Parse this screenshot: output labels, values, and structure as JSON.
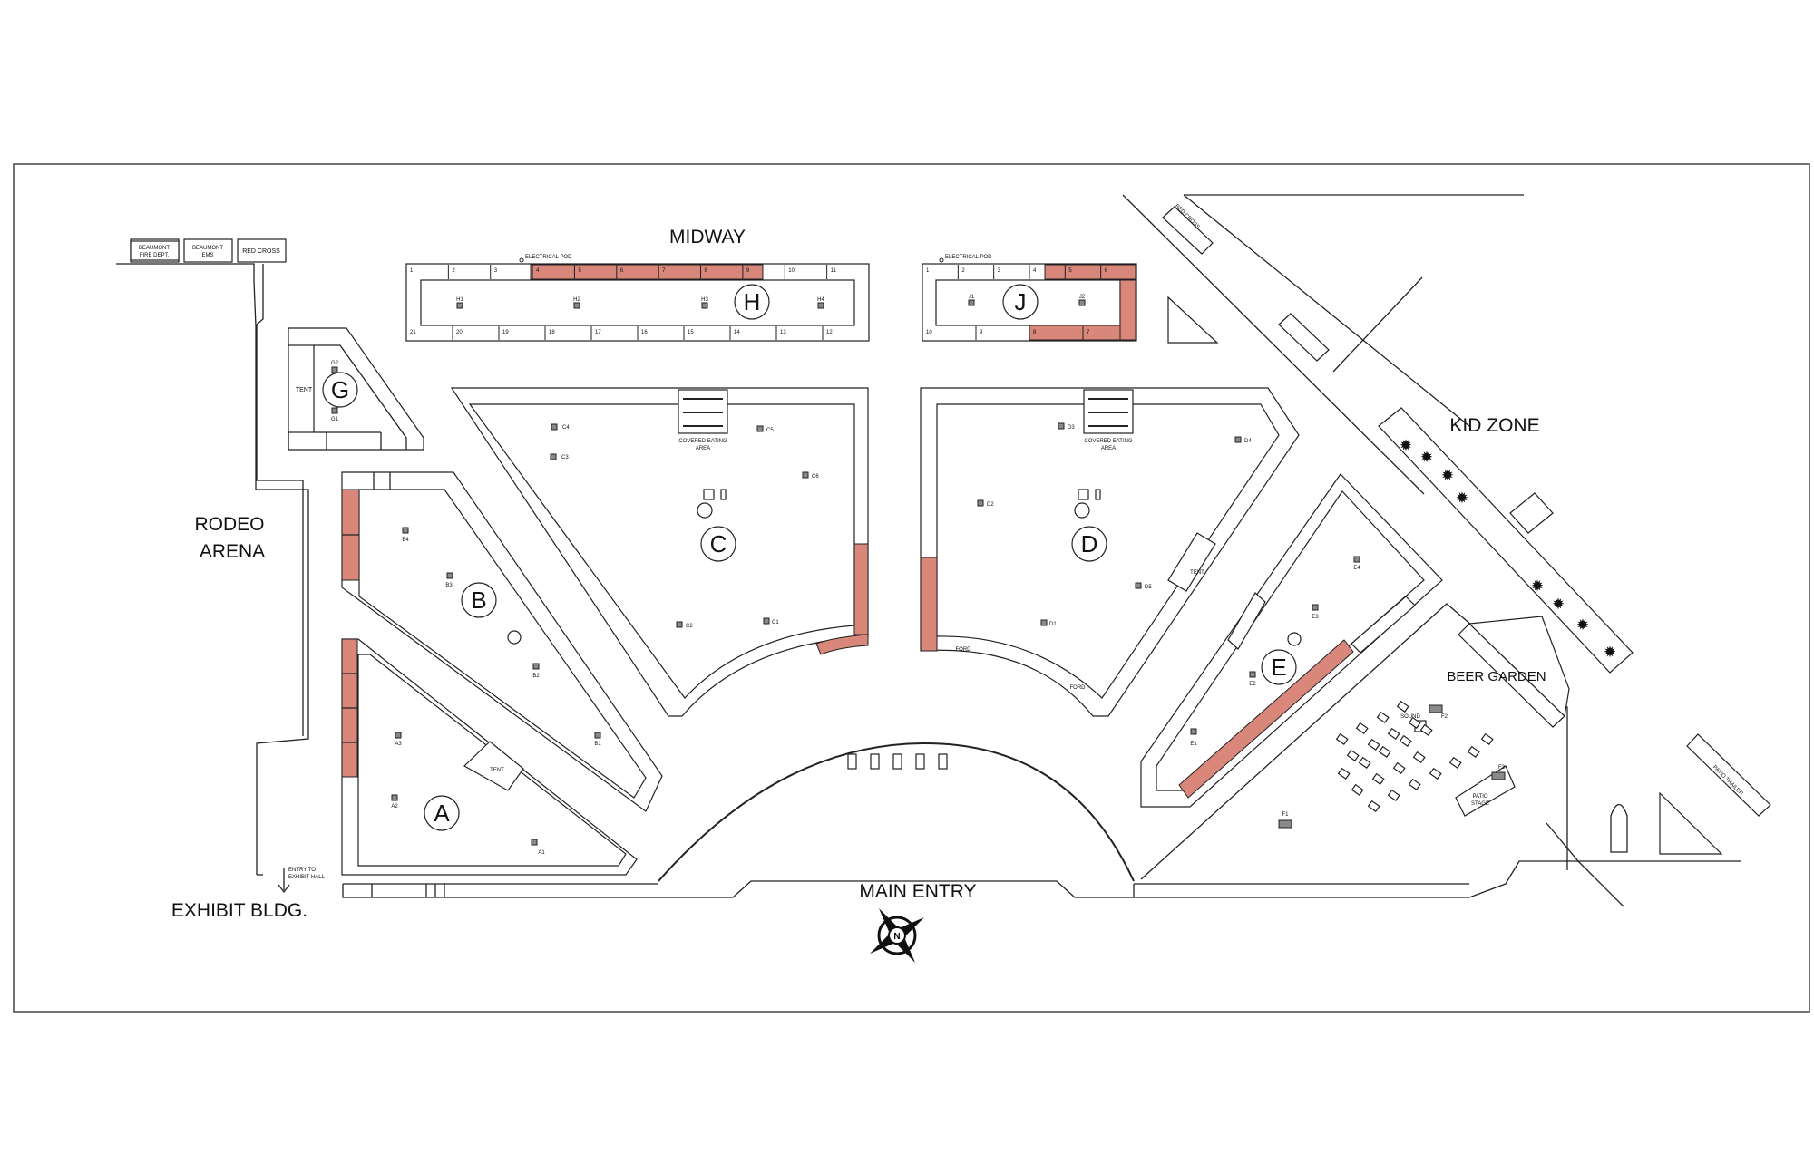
{
  "map": {
    "title": "MIDWAY",
    "areas": {
      "midway": "MIDWAY",
      "kid_zone": "KID ZONE",
      "rodeo_arena_line1": "RODEO",
      "rodeo_arena_line2": "ARENA",
      "exhibit_bldg": "EXHIBIT BLDG.",
      "main_entry": "MAIN ENTRY",
      "beer_garden": "BEER GARDEN",
      "covered_eating_line1": "COVERED EATING",
      "covered_eating_line2": "AREA",
      "entry_exhibit_line1": "ENTRY TO",
      "entry_exhibit_line2": "EXHIBIT HALL",
      "tent": "TENT",
      "ford": "FORD",
      "sound": "SOUND",
      "patio_stage_line1": "PATIO",
      "patio_stage_line2": "STAGE",
      "electrical_pod": "ELECTRICAL POD",
      "red_cross_vertical": "RED CROSS",
      "patio_trailer": "PATIO TRAILER"
    },
    "services": {
      "fire_dept_line1": "BEAUMONT",
      "fire_dept_line2": "FIRE DEPT.",
      "ems_line1": "BEAUMONT",
      "ems_line2": "EMS",
      "red_cross": "RED CROSS"
    },
    "sections": {
      "A": "A",
      "B": "B",
      "C": "C",
      "D": "D",
      "E": "E",
      "G": "G",
      "H": "H",
      "J": "J"
    },
    "pods": {
      "A1": "A1",
      "A2": "A2",
      "A3": "A3",
      "B1": "B1",
      "B2": "B2",
      "B3": "B3",
      "B4": "B4",
      "C1": "C1",
      "C2": "C2",
      "C3": "C3",
      "C4": "C4",
      "C5": "C5",
      "C6": "C6",
      "D1": "D1",
      "D2": "D2",
      "D3": "D3",
      "D4": "D4",
      "D5": "D5",
      "E1": "E1",
      "E2": "E2",
      "E3": "E3",
      "E4": "E4",
      "F1": "F1",
      "F2": "F2",
      "F3": "F3",
      "G1": "G1",
      "G2": "G2",
      "H1": "H1",
      "H2": "H2",
      "H3": "H3",
      "H4": "H4",
      "J1": "J1",
      "J2": "J2"
    },
    "h_top_booths": [
      "1",
      "2",
      "3",
      "4",
      "5",
      "6",
      "7",
      "8",
      "9",
      "10",
      "11"
    ],
    "h_bottom_booths": [
      "21",
      "20",
      "19",
      "18",
      "17",
      "16",
      "15",
      "14",
      "13",
      "12"
    ],
    "j_top_booths": [
      "1",
      "2",
      "3",
      "4",
      "5",
      "6"
    ],
    "j_bottom_booths": [
      "10",
      "9",
      "8",
      "7"
    ],
    "colors": {
      "booth_highlight": "#d9877a",
      "ink": "#222222",
      "background": "#ffffff"
    }
  }
}
